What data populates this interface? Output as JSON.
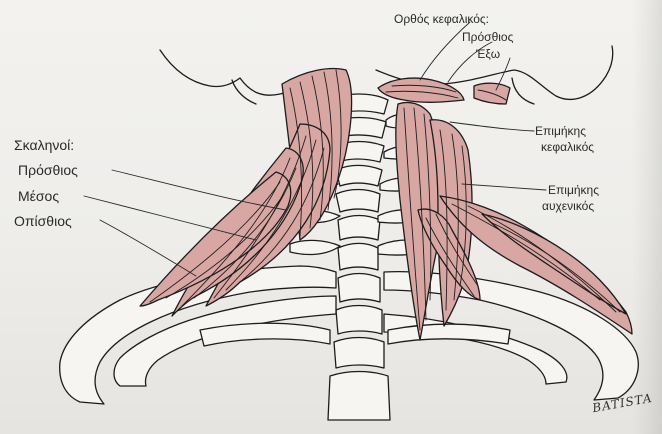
{
  "labels": {
    "rectus_capitis_title": "Ορθός κεφαλικός:",
    "rectus_anterior": "Πρόσθιος",
    "rectus_lateralis": "Έξω",
    "longus_capitis_line1": "Επιμήκης",
    "longus_capitis_line2": "κεφαλικός",
    "longus_colli_line1": "Επιμήκης",
    "longus_colli_line2": "αυχενικός",
    "scalenes_title": "Σκαληνοί:",
    "scalene_anterior": "Πρόσθιος",
    "scalene_middle": "Μέσος",
    "scalene_posterior": "Οπίσθιος"
  },
  "signature": "BATISTA",
  "colors": {
    "muscle": "#d9a7a3",
    "muscle_fiber": "#1e1e1e",
    "bone_fill": "#f6f5f2",
    "outline": "#1c1c1c",
    "paper": "#efeeeb"
  }
}
